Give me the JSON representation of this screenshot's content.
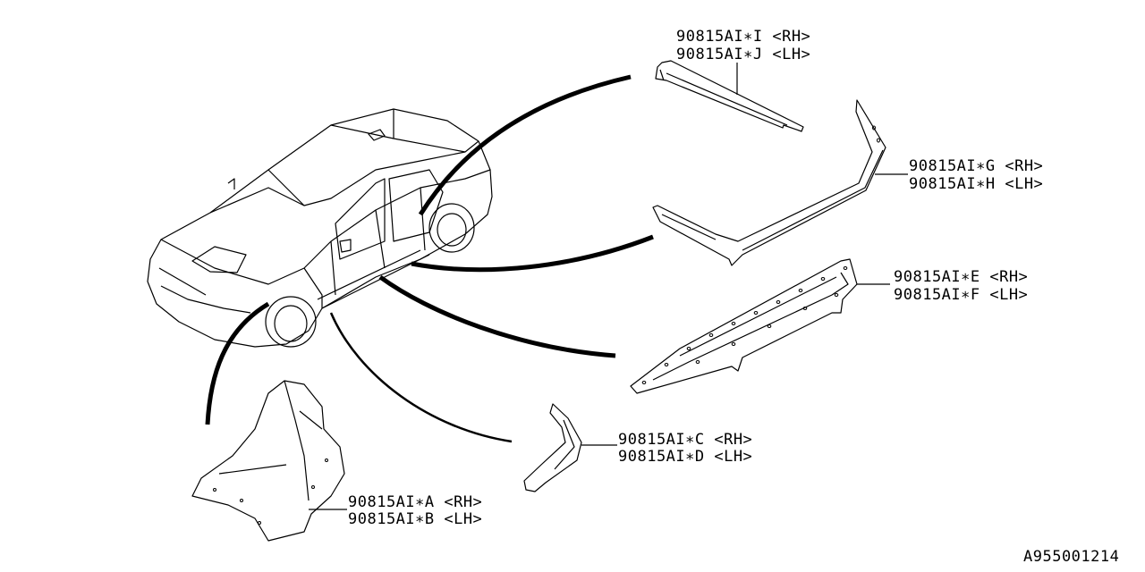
{
  "diagram": {
    "callouts": [
      {
        "rh": "90815AI∗I <RH>",
        "lh": "90815AI∗J <LH>"
      },
      {
        "rh": "90815AI∗G <RH>",
        "lh": "90815AI∗H <LH>"
      },
      {
        "rh": "90815AI∗E <RH>",
        "lh": "90815AI∗F <LH>"
      },
      {
        "rh": "90815AI∗C <RH>",
        "lh": "90815AI∗D <LH>"
      },
      {
        "rh": "90815AI∗A <RH>",
        "lh": "90815AI∗B <LH>"
      }
    ],
    "figure_id": "A955001214"
  }
}
